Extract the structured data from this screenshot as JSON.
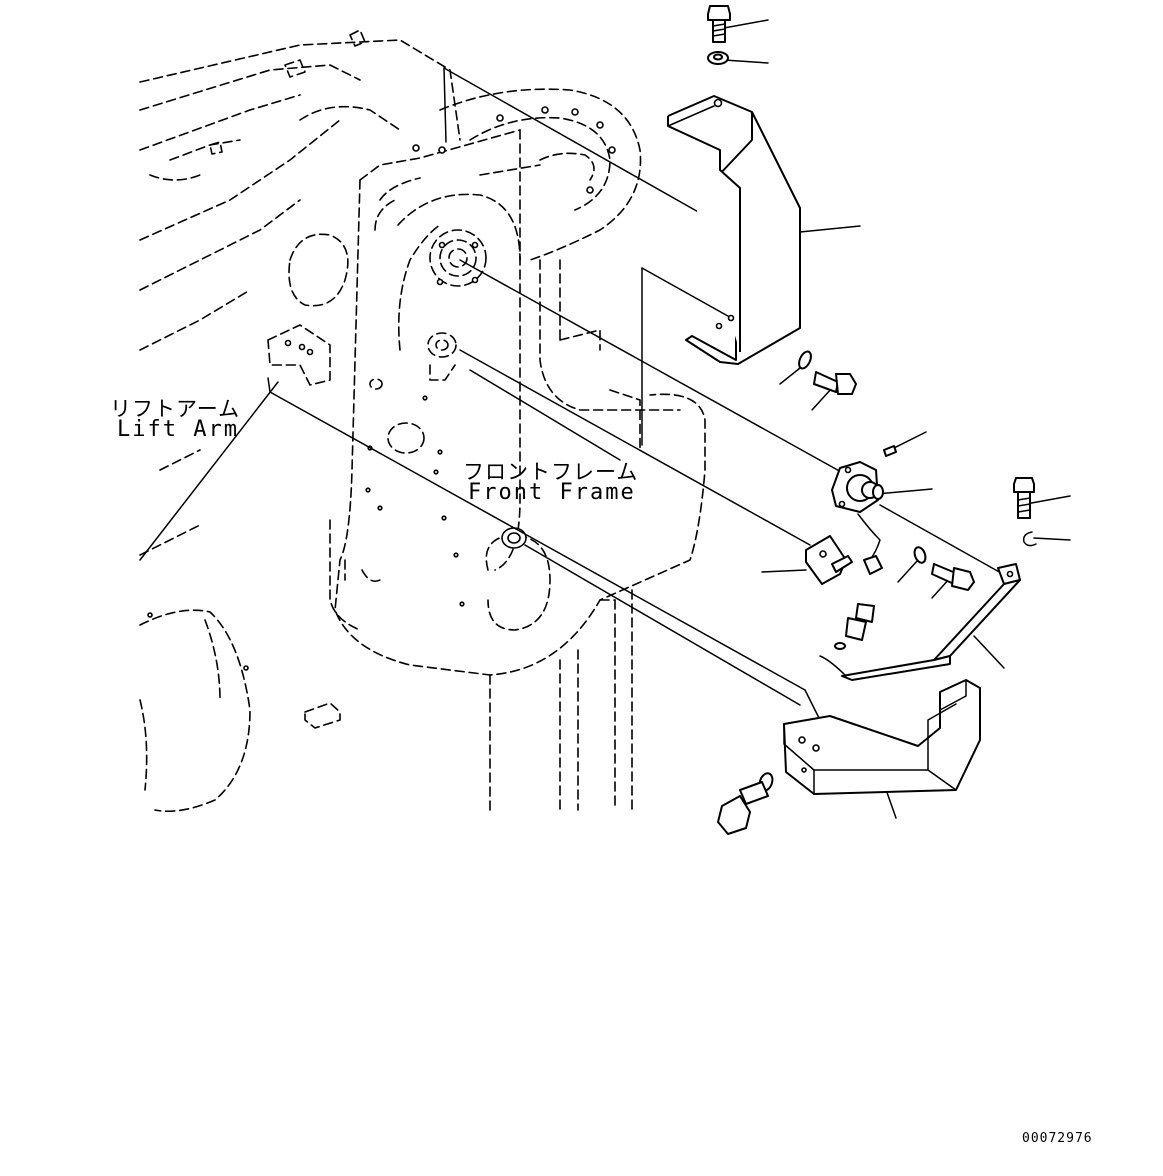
{
  "labels": {
    "lift_arm_jp": "リフトアーム",
    "lift_arm_en": "Lift Arm",
    "front_frame_jp": "フロントフレーム",
    "front_frame_en": "Front Frame"
  },
  "drawing_number": "00072976",
  "colors": {
    "line": "#000000",
    "background": "#ffffff"
  }
}
